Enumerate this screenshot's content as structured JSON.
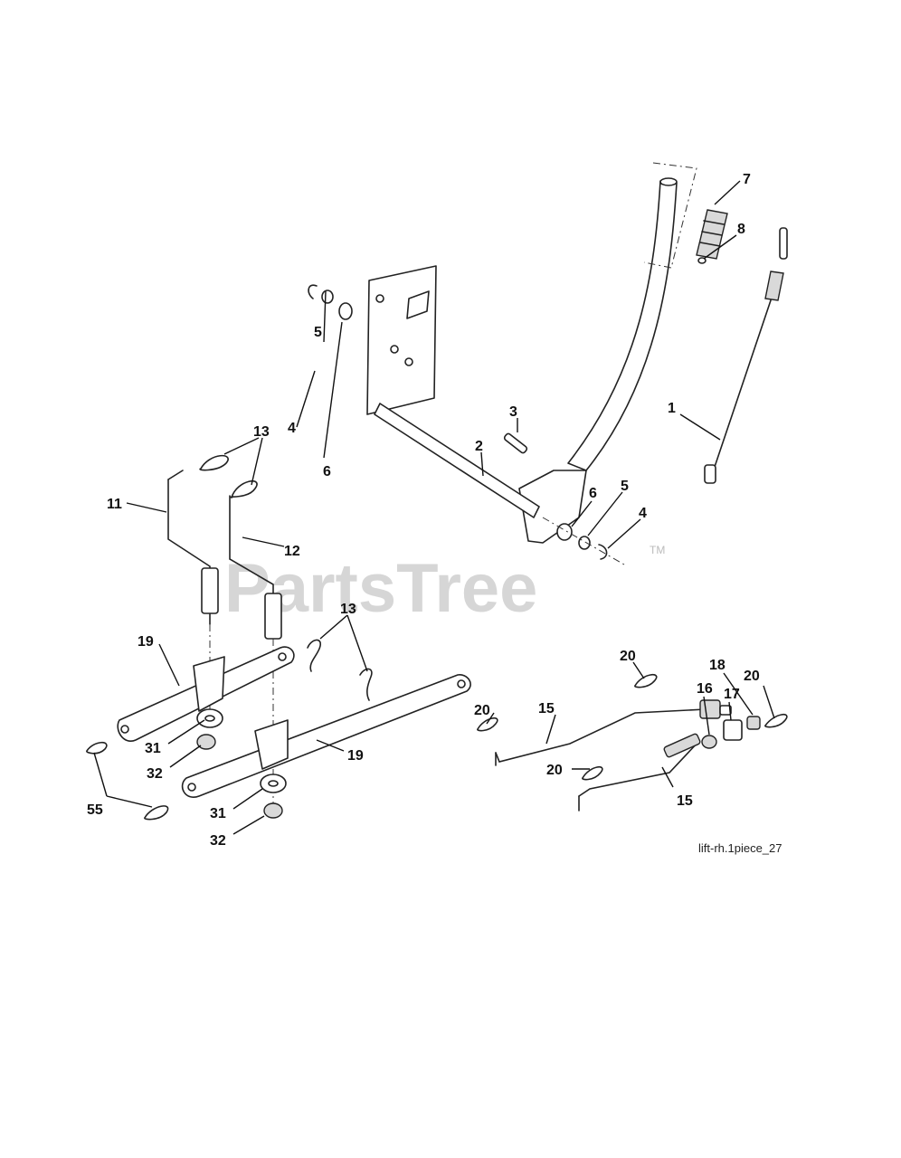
{
  "watermark": {
    "text": "PartsTree",
    "tm": "TM"
  },
  "reference": "lift-rh.1piece_27",
  "callouts": {
    "c7": "7",
    "c8": "8",
    "c1": "1",
    "c5a": "5",
    "c4a": "4",
    "c6a": "6",
    "c3": "3",
    "c2": "2",
    "c6b": "6",
    "c5b": "5",
    "c4b": "4",
    "c13a": "13",
    "c11": "11",
    "c12": "12",
    "c13b": "13",
    "c19a": "19",
    "c31a": "31",
    "c32a": "32",
    "c19b": "19",
    "c55": "55",
    "c31b": "31",
    "c32b": "32",
    "c20a": "20",
    "c20b": "20",
    "c15a": "15",
    "c16": "16",
    "c17": "17",
    "c18": "18",
    "c20c": "20",
    "c20d": "20",
    "c15b": "15"
  }
}
